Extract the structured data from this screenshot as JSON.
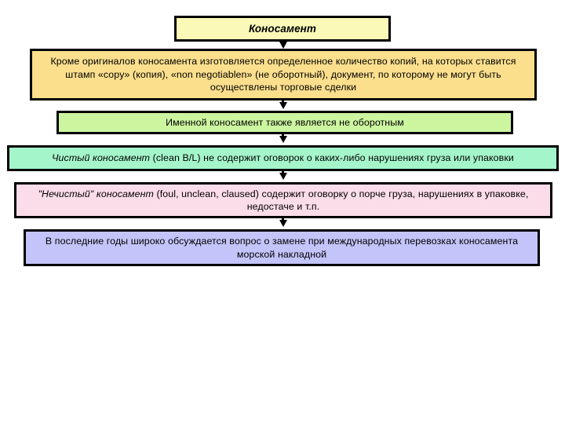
{
  "diagram": {
    "type": "vertical-flowchart",
    "background": "#ffffff",
    "border_color": "#000000",
    "title": "Коносамент",
    "nodes": [
      {
        "id": "title",
        "label": "Коносамент",
        "color": "#FBF9B8",
        "style": "bold-italic"
      },
      {
        "id": "copies",
        "label": "Кроме оригиналов коносамента изготовляется  определенное  количество копий, на которых ставится штамп «copy» (копия), «non negotiablen» (не оборотный), документ, по которому не могут  быть  осуществлены торговые  сделки",
        "color": "#FBDF8D",
        "style": "regular"
      },
      {
        "id": "named",
        "label": "Именной коносамент также является не оборотным",
        "color": "#CCF5A0",
        "style": "regular"
      },
      {
        "id": "clean",
        "term": "Чистый  коносамент",
        "label": " (clean B/L) не содержит оговорок  о  каких-либо  нарушениях груза или упаковки",
        "color": "#A5F5CA",
        "style": "italic-lead"
      },
      {
        "id": "foul",
        "term": "\"Нечистый\"  коносамент",
        "label": " (foul,  unclean,  claused) содержит оговорку о порче груза, нарушениях в упаковке, недостаче и т.п.",
        "color": "#FBDCE9",
        "style": "italic-lead"
      },
      {
        "id": "waybill",
        "label": "В  последние  годы  широко обсуждается  вопрос о  замене  при  международных  перевозках коносамента морской  накладной",
        "color": "#C3C4F9",
        "style": "regular"
      }
    ],
    "connectors": [
      {
        "id": "conn1",
        "from": "title",
        "to": "copies",
        "glyph": "arrow-down-icon"
      },
      {
        "id": "conn2",
        "from": "copies",
        "to": "named",
        "glyph": "arrow-down-icon"
      },
      {
        "id": "conn3",
        "from": "named",
        "to": "clean",
        "glyph": "arrow-down-icon"
      },
      {
        "id": "conn4",
        "from": "clean",
        "to": "foul",
        "glyph": "arrow-down-icon"
      },
      {
        "id": "conn5",
        "from": "foul",
        "to": "waybill",
        "glyph": "arrow-down-icon"
      }
    ]
  }
}
